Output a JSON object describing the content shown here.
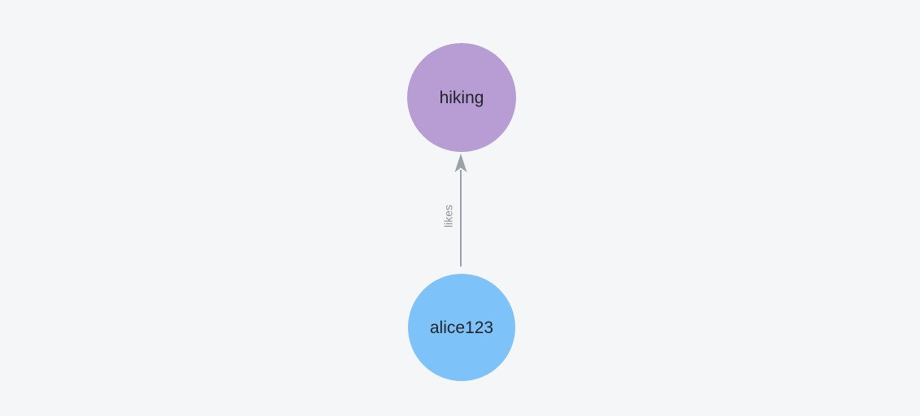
{
  "canvas": {
    "background": "#f5f6f7"
  },
  "graph": {
    "type": "directed-graph",
    "nodes": [
      {
        "id": "hiking",
        "label": "hiking",
        "color": "#b79dd4",
        "text_color": "#212529"
      },
      {
        "id": "alice123",
        "label": "alice123",
        "color": "#7dc2f9",
        "text_color": "#212529"
      }
    ],
    "edges": [
      {
        "label": "likes",
        "from": "alice123",
        "to": "hiking",
        "direction": "up",
        "line_color": "#9aa1ab",
        "label_color": "#8d939c"
      }
    ]
  }
}
